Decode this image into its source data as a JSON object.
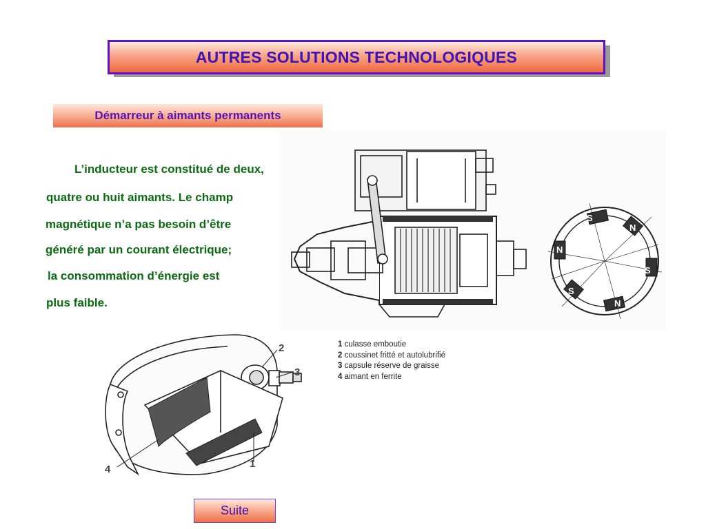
{
  "title": "AUTRES SOLUTIONS TECHNOLOGIQUES",
  "subtitle": "Démarreur à aimants permanents",
  "paragraph": {
    "lines": [
      "L’inducteur est constitué de deux,",
      "quatre  ou  huit  aimants. Le  champ",
      "magnétique n’a pas besoin d’être",
      "généré par un courant électrique;",
      "la consommation d’énergie est",
      "plus faible."
    ]
  },
  "ring_diagram": {
    "pole_labels": [
      "S",
      "N",
      "N",
      "S",
      "S",
      "N"
    ]
  },
  "cutaway_diagram": {
    "callouts": [
      "2",
      "3",
      "4",
      "1"
    ]
  },
  "legend": {
    "items": [
      {
        "num": "1",
        "text": "culasse emboutie"
      },
      {
        "num": "2",
        "text": "coussinet fritté et autolubrifié"
      },
      {
        "num": "3",
        "text": "capsule réserve de graisse"
      },
      {
        "num": "4",
        "text": "aimant en ferrite"
      }
    ]
  },
  "buttons": {
    "next_label": "Suite"
  },
  "colors": {
    "title_text": "#3c14b8",
    "title_border": "#5b13c9",
    "body_text": "#0a6b12",
    "gradient_orange": "#ef6a3e"
  }
}
